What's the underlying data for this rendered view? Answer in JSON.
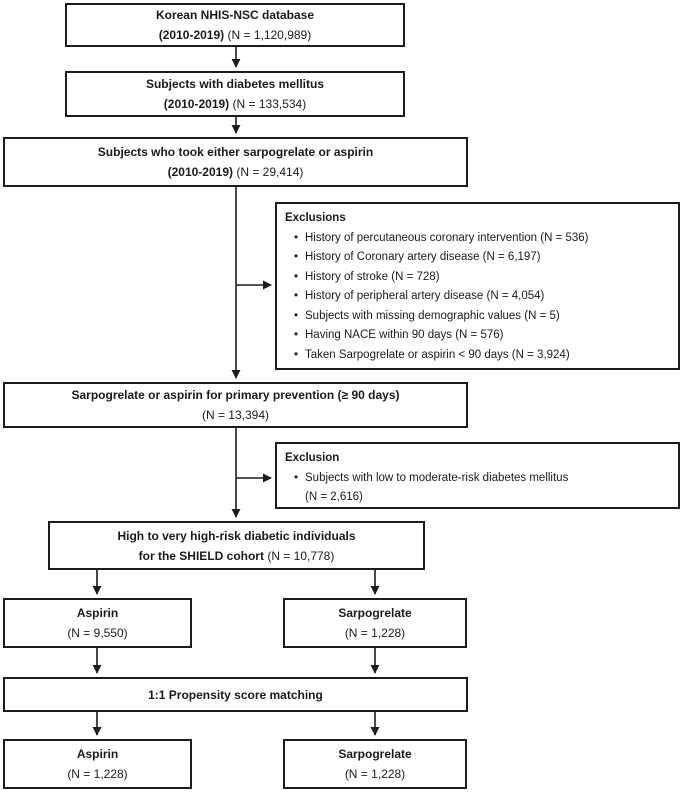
{
  "colors": {
    "box_border": "#1c1c1c",
    "text": "#1a1a1a",
    "background": "#ffffff",
    "arrow": "#1c1c1c"
  },
  "flow": {
    "database": {
      "line1": "Korean NHIS-NSC database",
      "line2_bold": "(2010-2019)",
      "line2_normal": " (N = 1,120,989)"
    },
    "diabetes": {
      "line1": "Subjects with diabetes mellitus",
      "line2_bold": "(2010-2019)",
      "line2_normal": " (N = 133,534)"
    },
    "drug_takers": {
      "line1": "Subjects who took either sarpogrelate or aspirin",
      "line2_bold": "(2010-2019)",
      "line2_normal": " (N = 29,414)"
    },
    "exclusions": {
      "title": "Exclusions",
      "bullet_glyph": "•",
      "bullets": [
        "History of percutaneous coronary intervention (N = 536)",
        "History of Coronary artery disease (N = 6,197)",
        "History of stroke (N = 728)",
        "History of peripheral artery disease (N = 4,054)",
        "Subjects with missing demographic values (N = 5)",
        "Having NACE within 90 days (N = 576)",
        "Taken Sarpogrelate or aspirin < 90 days (N = 3,924)"
      ]
    },
    "primary_prevention": {
      "line1": "Sarpogrelate or aspirin for primary prevention (≥ 90 days)",
      "line2_normal": "(N = 13,394)"
    },
    "exclusion_single": {
      "title": "Exclusion",
      "bullet_glyph": "•",
      "bullet_line1": "Subjects with low to moderate-risk diabetes mellitus",
      "bullet_line2": "(N = 2,616)"
    },
    "shield_cohort": {
      "line1": "High to very high-risk diabetic individuals",
      "line2_bold": "for the SHIELD cohort",
      "line2_normal": " (N = 10,778)"
    },
    "aspirin_pre": {
      "line1": "Aspirin",
      "line2_normal": "(N = 9,550)"
    },
    "sarpogrelate_pre": {
      "line1": "Sarpogrelate",
      "line2_normal": "(N = 1,228)"
    },
    "psm": {
      "line1": "1:1 Propensity score matching"
    },
    "aspirin_post": {
      "line1": "Aspirin",
      "line2_normal": "(N = 1,228)"
    },
    "sarpogrelate_post": {
      "line1": "Sarpogrelate",
      "line2_normal": "(N = 1,228)"
    }
  }
}
